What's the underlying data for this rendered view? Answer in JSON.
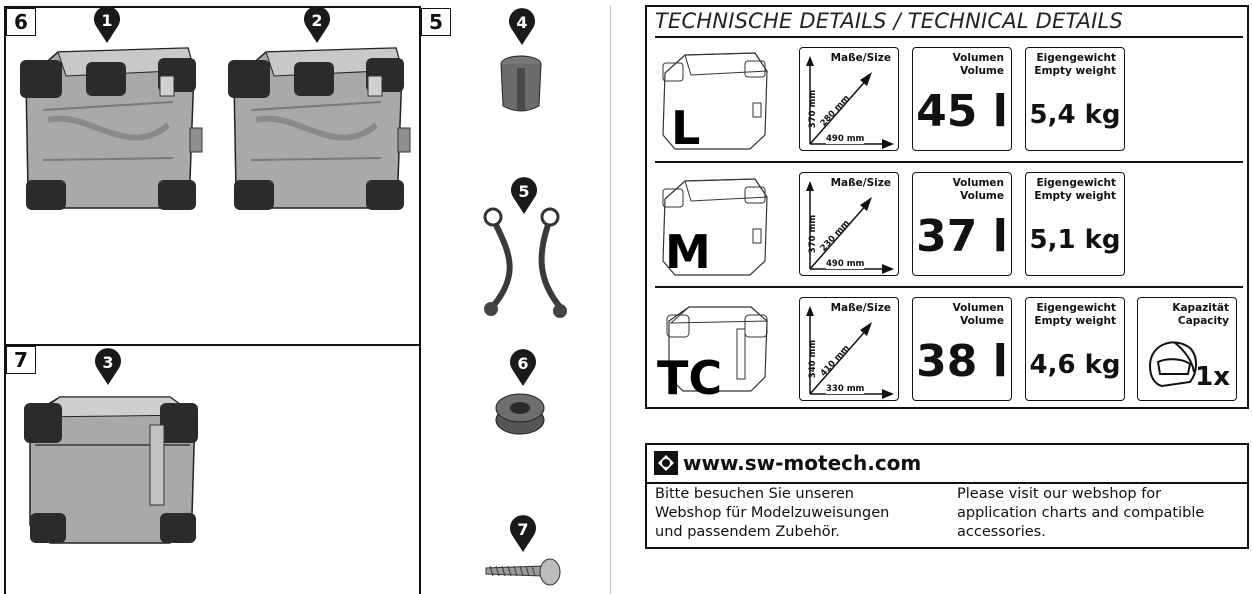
{
  "sections": {
    "sec6": "6",
    "sec7": "7",
    "sec5": "5"
  },
  "pins": {
    "p1": "1",
    "p2": "2",
    "p3": "3",
    "p4": "4",
    "p5": "5",
    "p6": "6",
    "p7": "7"
  },
  "tech": {
    "title": "TECHNISCHE DETAILS / TECHNICAL DETAILS",
    "size_label": "Maße/Size",
    "volume_label_de": "Volumen",
    "volume_label_en": "Volume",
    "weight_label_de": "Eigengewicht",
    "weight_label_en": "Empty weight",
    "capacity_label_de": "Kapazität",
    "capacity_label_en": "Capacity",
    "rows": [
      {
        "letter": "L",
        "height": "370 mm",
        "depth": "280 mm",
        "width": "490 mm",
        "volume": "45 l",
        "weight": "5,4 kg"
      },
      {
        "letter": "M",
        "height": "370 mm",
        "depth": "230 mm",
        "width": "490 mm",
        "volume": "37 l",
        "weight": "5,1 kg"
      },
      {
        "letter": "TC",
        "height": "340 mm",
        "depth": "410 mm",
        "width": "330 mm",
        "volume": "38 l",
        "weight": "4,6 kg",
        "capacity": "1x"
      }
    ]
  },
  "webshop": {
    "url": "www.sw-motech.com",
    "de_line1": "Bitte besuchen Sie unseren",
    "de_line2": "Webshop für Modelzuweisungen",
    "de_line3": "und passendem Zubehör.",
    "en_line1": "Please visit our webshop for",
    "en_line2": "application charts and compatible",
    "en_line3": "accessories."
  },
  "colors": {
    "pin": "#1a1a1a",
    "case_silver": "#a9a9a9",
    "case_dark": "#2b2b2b"
  }
}
